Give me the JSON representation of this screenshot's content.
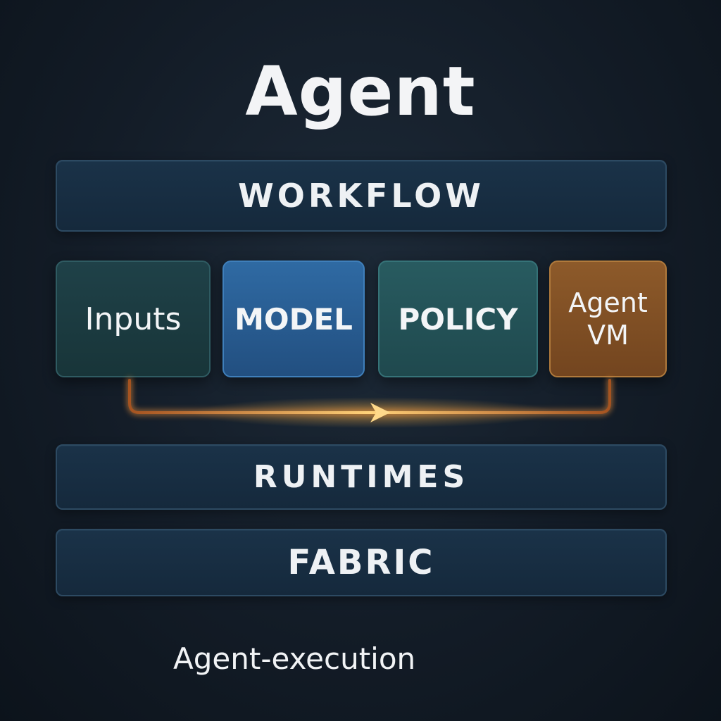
{
  "title": "Agent",
  "layers": {
    "workflow": "WORKFLOW",
    "runtimes": "RUNTIMES",
    "fabric": "FABRIC"
  },
  "components": {
    "inputs": "Inputs",
    "model": "MODEL",
    "policy": "POLICY",
    "agent_vm_line1": "Agent",
    "agent_vm_line2": "VM"
  },
  "footer": "Agent-execution",
  "colors": {
    "flow_glow": "#ffb347",
    "flow_line": "#d4782a",
    "agent_vm": "#8d5a2a",
    "model": "#2f6aa3"
  }
}
